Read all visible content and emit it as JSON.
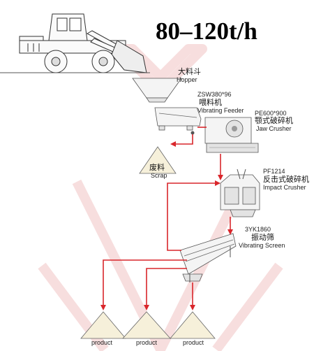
{
  "capacity": "80–120t/h",
  "stages": {
    "hopper": {
      "cn": "大料斗",
      "en": "Hopper"
    },
    "feeder": {
      "model": "ZSW380*96",
      "cn": "喂料机",
      "en": "Vibrating Feeder"
    },
    "jaw": {
      "model": "PE600*900",
      "cn": "颚式破碎机",
      "en": "Jaw Crusher"
    },
    "scrap": {
      "cn": "废料",
      "en": "Scrap"
    },
    "impact": {
      "model": "PF1214",
      "cn": "反击式破碎机",
      "en": "Impact Crusher"
    },
    "screen": {
      "model": "3YK1860",
      "cn": "振动筛",
      "en": "Vibrating Screen"
    }
  },
  "products": [
    "product",
    "product",
    "product"
  ],
  "colors": {
    "flow": "#d9262b",
    "pile": "#f6f0da",
    "watermark": "#f7dede"
  }
}
